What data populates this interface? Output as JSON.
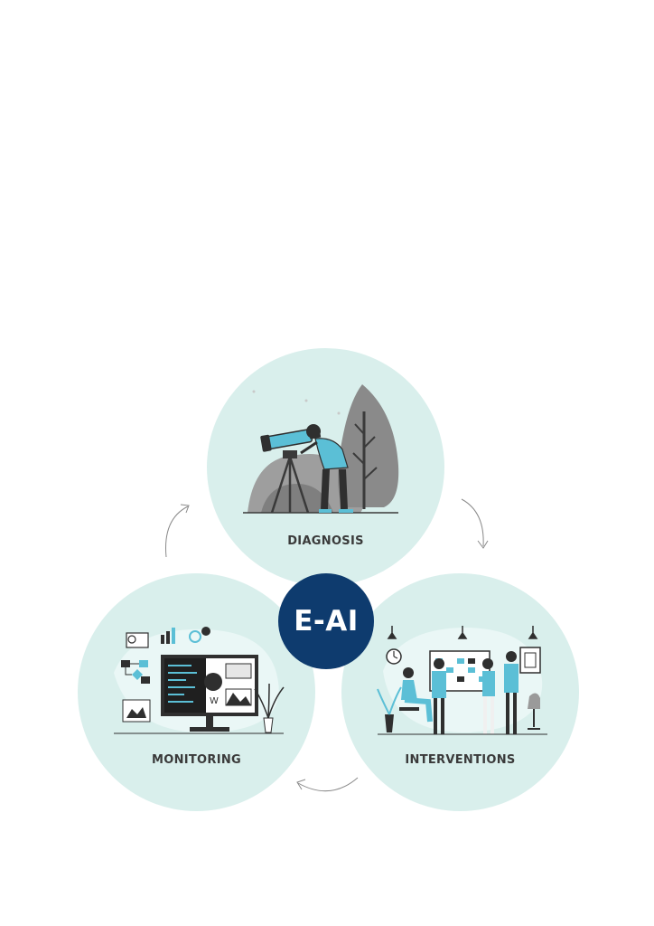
{
  "diagram": {
    "center": {
      "label": "E-AI",
      "color": "#0e3b6e"
    },
    "stages": [
      {
        "label": "DIAGNOSIS",
        "icon": "telescope-person-illustration"
      },
      {
        "label": "INTERVENTIONS",
        "icon": "team-meeting-board-illustration"
      },
      {
        "label": "MONITORING",
        "icon": "computer-dashboard-illustration"
      }
    ],
    "cycle_direction": "clockwise",
    "colors": {
      "circle_fill": "#d9efec",
      "accent": "#5bbfd6",
      "dark": "#2f2f2f",
      "gray": "#9a9a9a"
    }
  }
}
